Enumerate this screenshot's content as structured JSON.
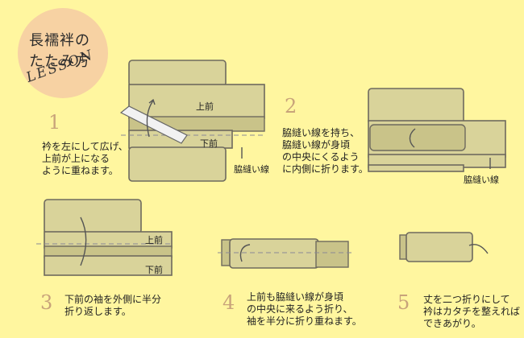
{
  "title": {
    "line1": "長襦袢の",
    "line2": "たたみ方",
    "subtitle": "LESSON"
  },
  "steps": [
    {
      "number": "1",
      "text": "衿を左にして広げ、\n上前が上になる\nように重ねます。",
      "labels": {
        "upper": "上前",
        "lower": "下前",
        "seam": "脇縫い線"
      }
    },
    {
      "number": "2",
      "text": "脇縫い線を持ち、\n脇縫い線が身頃\nの中央にくるよう\nに内側に折ります。",
      "labels": {
        "seam": "脇縫い線"
      }
    },
    {
      "number": "3",
      "text": "下前の袖を外側に半分\n折り返します。",
      "labels": {
        "upper": "上前",
        "lower": "下前"
      }
    },
    {
      "number": "4",
      "text": "上前も脇縫い線が身頃\nの中央に来るよう折り、\n袖を半分に折り重ねます。"
    },
    {
      "number": "5",
      "text": "丈を二つ折りにして\n衿はカタチを整えれば\nできあがり。"
    }
  ],
  "colors": {
    "background": "#fff69f",
    "badge": "#f7d2a3",
    "garment": "#d9d39a",
    "number": "#c8a37a"
  }
}
